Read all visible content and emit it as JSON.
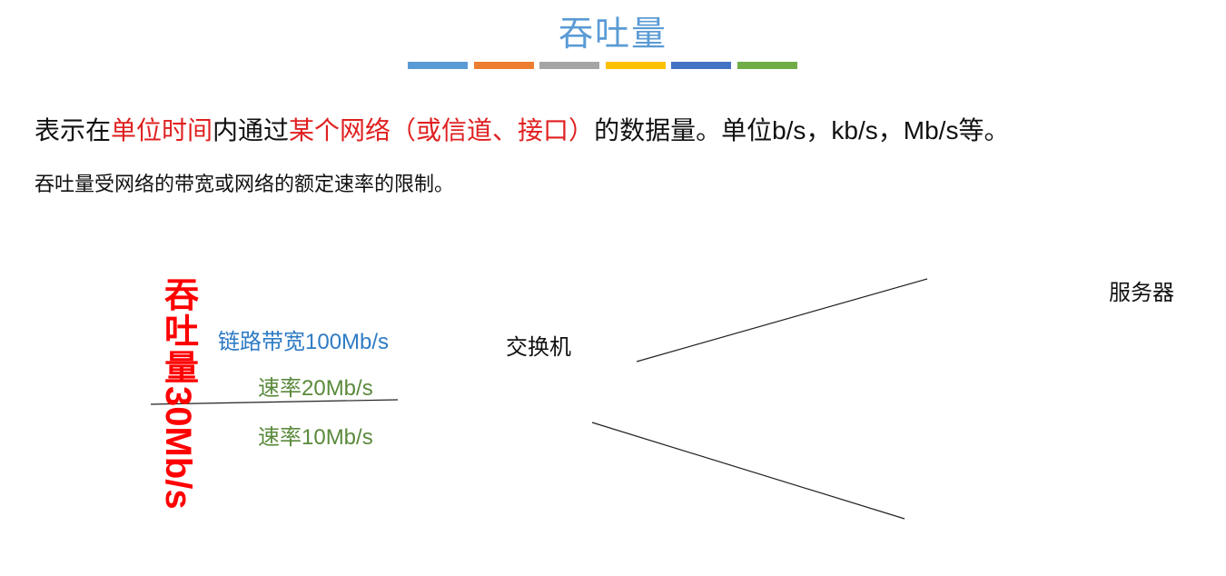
{
  "title": "吞吐量",
  "color_bars": [
    {
      "color": "#5b9bd5"
    },
    {
      "color": "#ed7d31"
    },
    {
      "color": "#a5a5a5"
    },
    {
      "color": "#ffc000"
    },
    {
      "color": "#4472c4"
    },
    {
      "color": "#70ad47"
    }
  ],
  "definition": {
    "part1": "表示在",
    "part2_red": "单位时间",
    "part3": "内通过",
    "part4_red": "某个网络（或信道、接口）",
    "part5": "的数据量。单位",
    "part6": "b/s，kb/s，Mb/s",
    "part7": "等。"
  },
  "subtext": "吞吐量受网络的带宽或网络的额定速率的限制。",
  "diagram": {
    "throughput_chars": [
      "吞",
      "吐",
      "量"
    ],
    "throughput_value": "30Mb/s",
    "bandwidth_label": "链路带宽100Mb/s",
    "rate1_label": "速率20Mb/s",
    "rate2_label": "速率10Mb/s",
    "switch_label": "交换机",
    "server_label": "服务器"
  }
}
